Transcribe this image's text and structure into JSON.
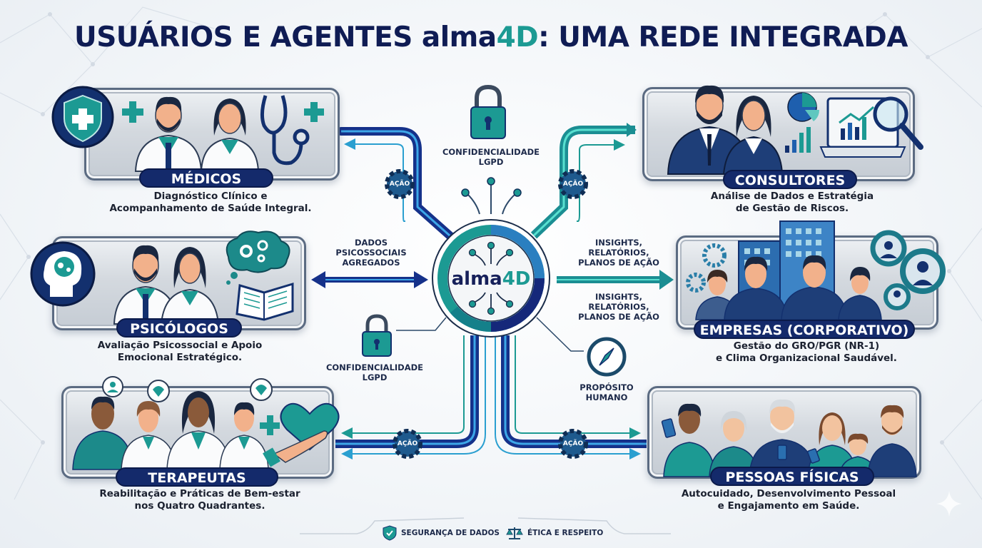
{
  "title": {
    "part1": "USUÁRIOS E AGENTES ",
    "brand_main": "alma",
    "brand_accent": "4D",
    "part2": ": UMA REDE INTEGRADA"
  },
  "hub": {
    "brand_main": "alma",
    "brand_accent": "4D",
    "icon": "neural-network-icon"
  },
  "colors": {
    "navy": "#142a6b",
    "teal": "#1c9a93",
    "blue": "#1e5fae",
    "title": "#0f1c54"
  },
  "nodes": [
    {
      "id": "medicos",
      "label": "MÉDICOS",
      "description_line1": "Diagnóstico Clínico e",
      "description_line2": "Acompanhamento de Saúde Integral.",
      "icons": [
        "shield-plus-icon",
        "doctor-male-icon",
        "doctor-female-icon",
        "stethoscope-icon",
        "plus-icon"
      ]
    },
    {
      "id": "consultores",
      "label": "CONSULTORES",
      "description_line1": "Análise de Dados e Estratégia",
      "description_line2": "de Gestão de Riscos.",
      "icons": [
        "consultant-male-icon",
        "consultant-female-icon",
        "pie-chart-icon",
        "bar-chart-icon",
        "laptop-chart-icon",
        "magnifier-icon"
      ]
    },
    {
      "id": "psicologos",
      "label": "PSICÓLOGOS",
      "description_line1": "Avaliação Psicossocial e Apoio",
      "description_line2": "Emocional Estratégico.",
      "icons": [
        "head-gears-icon",
        "psychologist-male-icon",
        "psychologist-female-icon",
        "thought-cloud-gears-icon",
        "open-book-icon"
      ]
    },
    {
      "id": "empresas",
      "label": "EMPRESAS (CORPORATIVO)",
      "description_line1": "Gestão do GRO/PGR (NR-1)",
      "description_line2": "e Clima Organizacional Saudável.",
      "icons": [
        "building-icon",
        "team-icon",
        "gear-person-icon"
      ]
    },
    {
      "id": "terapeutas",
      "label": "TERAPEUTAS",
      "description_line1": "Reabilitação e Práticas de Bem-estar",
      "description_line2": "nos Quatro Quadrantes.",
      "icons": [
        "therapist-team-icon",
        "heart-hand-icon",
        "speech-bubble-icon",
        "plus-icon"
      ]
    },
    {
      "id": "pessoas",
      "label": "PESSOAS FÍSICAS",
      "description_line1": "Autocuidado, Desenvolvimento Pessoal",
      "description_line2": "e Engajamento em Saúde.",
      "icons": [
        "family-group-icon",
        "smartphone-icon"
      ]
    }
  ],
  "connectors": {
    "action_label": "AÇÃO",
    "confidentiality_top": {
      "line1": "CONFIDENCIALIDADE",
      "line2": "LGPD"
    },
    "confidentiality_bottom": {
      "line1": "CONFIDENCIALIDADE",
      "line2": "LGPD"
    },
    "dados": {
      "line1": "DADOS",
      "line2": "PSICOSSOCIAIS",
      "line3": "AGREGADOS"
    },
    "insights_top": {
      "line1": "INSIGHTS,",
      "line2": "RELATÓRIOS,",
      "line3": "PLANOS DE AÇÃO"
    },
    "insights_bottom": {
      "line1": "INSIGHTS,",
      "line2": "RELATÓRIOS,",
      "line3": "PLANOS DE AÇÃO"
    },
    "proposito": {
      "line1": "PROPÓSITO",
      "line2": "HUMANO"
    }
  },
  "footer": {
    "items": [
      {
        "label": "SEGURANÇA DE DADOS",
        "icon": "shield-check-icon"
      },
      {
        "label": "ÉTICA E RESPEITO",
        "icon": "scales-icon"
      }
    ]
  }
}
